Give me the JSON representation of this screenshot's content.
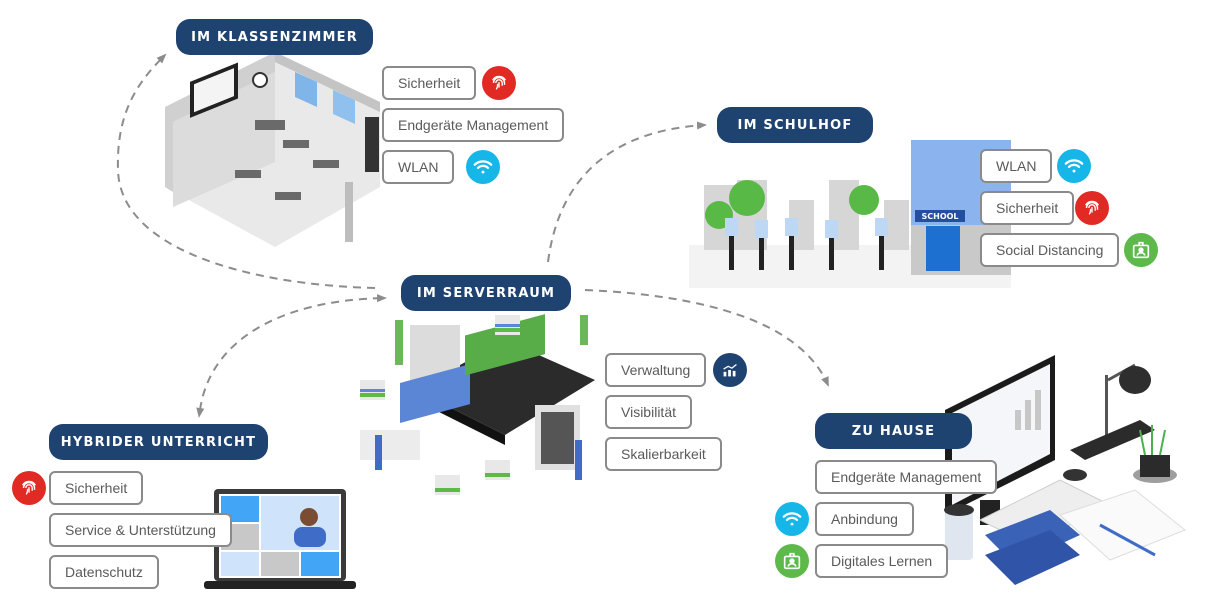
{
  "sections": {
    "klassenzimmer": {
      "title": "IM KLASSENZIMMER",
      "features": [
        {
          "label": "Sicherheit",
          "icon": "fingerprint-icon"
        },
        {
          "label": "Endgeräte Management",
          "icon": null
        },
        {
          "label": "WLAN",
          "icon": "wifi-icon"
        }
      ]
    },
    "schulhof": {
      "title": "IM SCHULHOF",
      "school_sign": "SCHOOL",
      "features": [
        {
          "label": "WLAN",
          "icon": "wifi-icon"
        },
        {
          "label": "Sicherheit",
          "icon": "fingerprint-icon"
        },
        {
          "label": "Social Distancing",
          "icon": "id-badge-icon"
        }
      ]
    },
    "serverraum": {
      "title": "IM SERVERRAUM",
      "features": [
        {
          "label": "Verwaltung",
          "icon": "analytics-chart-icon"
        },
        {
          "label": "Visibilität",
          "icon": null
        },
        {
          "label": "Skalierbarkeit",
          "icon": null
        }
      ]
    },
    "hybrid": {
      "title": "HYBRIDER UNTERRICHT",
      "features": [
        {
          "label": "Sicherheit",
          "icon": "fingerprint-icon"
        },
        {
          "label": "Service & Unterstützung",
          "icon": null
        },
        {
          "label": "Datenschutz",
          "icon": null
        }
      ]
    },
    "zuhause": {
      "title": "ZU HAUSE",
      "features": [
        {
          "label": "Endgeräte Management",
          "icon": null
        },
        {
          "label": "Anbindung",
          "icon": "wifi-icon"
        },
        {
          "label": "Digitales Lernen",
          "icon": "id-badge-icon"
        }
      ]
    }
  },
  "colors": {
    "pill": "#1f4370",
    "security_red": "#e22a25",
    "wifi_cyan": "#16b6e9",
    "badge_green": "#5db94a",
    "arrow_gray": "#8c8c8c"
  }
}
